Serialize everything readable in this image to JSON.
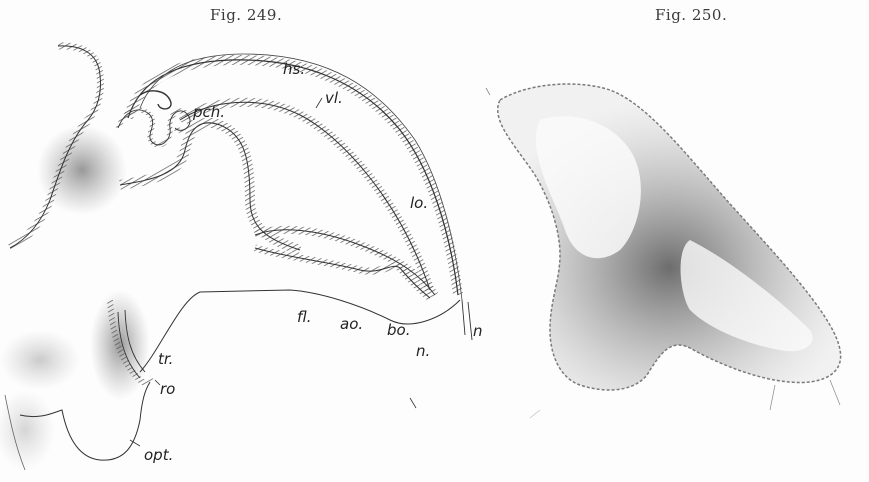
{
  "figures": [
    {
      "caption": "Fig. 249.",
      "labels": {
        "hs": "hs.",
        "vl": "vl.",
        "pch": "pch.",
        "lo": "lo.",
        "fl": "fl.",
        "ao": "ao.",
        "bo": "bo.",
        "n1": "n.",
        "n2": "n",
        "tr": "tr.",
        "ro": "ro",
        "opt": "opt."
      }
    },
    {
      "caption": "Fig. 250.",
      "labels": {}
    }
  ]
}
